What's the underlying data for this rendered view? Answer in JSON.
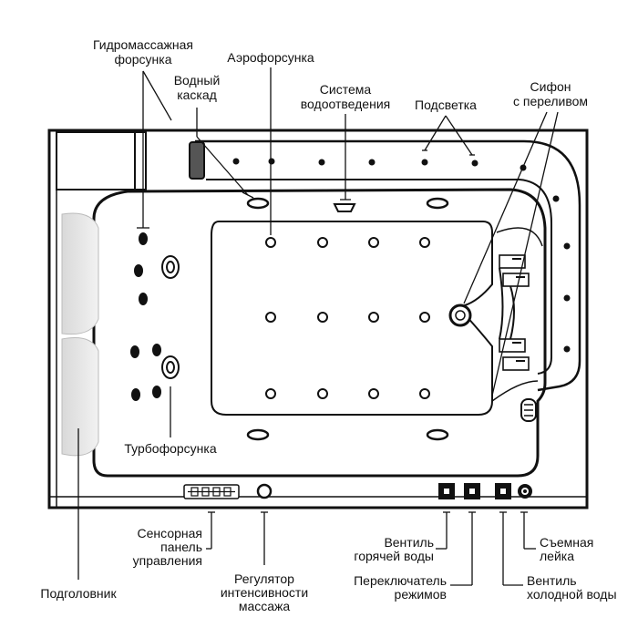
{
  "labels": {
    "hydro_jet": [
      "Гидромассажная",
      "форсунка"
    ],
    "aero_jet": "Аэрофорсунка",
    "water_cascade": [
      "Водный",
      "каскад"
    ],
    "drain_system": [
      "Система",
      "водоотведения"
    ],
    "backlight": "Подсветка",
    "overflow_siphon": [
      "Сифон",
      "с переливом"
    ],
    "turbo_jet": "Турбофорсунка",
    "touch_panel": [
      "Сенсорная",
      "панель",
      "управления"
    ],
    "headrest": "Подголовник",
    "massage_regulator": [
      "Регулятор",
      "интенсивности",
      "массажа"
    ],
    "hot_valve": [
      "Вентиль",
      "горячей воды"
    ],
    "mode_switch": [
      "Переключатель",
      "режимов"
    ],
    "cold_valve": [
      "Вентиль",
      "холодной воды"
    ],
    "hand_shower": [
      "Съемная",
      "лейка"
    ]
  },
  "colors": {
    "outline": "#111111",
    "jet": "#111111",
    "headrest_fill": "#e6e6e6",
    "background": "#ffffff"
  }
}
